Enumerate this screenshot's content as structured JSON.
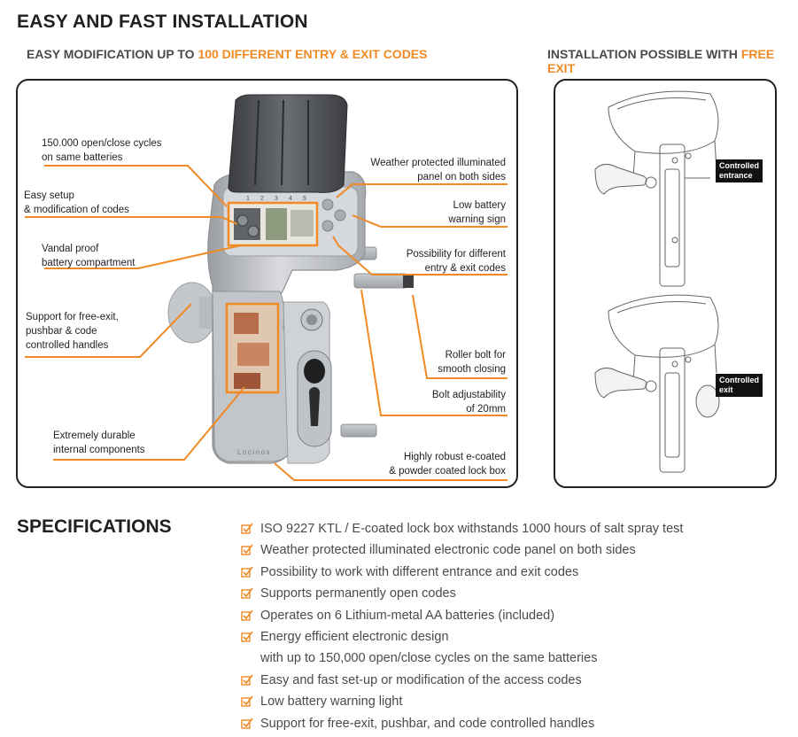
{
  "header": {
    "title": "EASY AND FAST INSTALLATION",
    "left_sub_prefix": "EASY MODIFICATION UP TO ",
    "left_sub_highlight": "100 DIFFERENT ENTRY & EXIT CODES",
    "right_sub_prefix": "INSTALLATION POSSIBLE WITH ",
    "right_sub_highlight": "FREE EXIT"
  },
  "callouts": {
    "cycles": [
      "150.000 open/close cycles",
      "on same batteries"
    ],
    "setup": [
      "Easy setup",
      "& modification of codes"
    ],
    "vandal": [
      "Vandal proof",
      "battery compartment"
    ],
    "support": [
      "Support for free-exit,",
      "pushbar & code",
      "controlled handles"
    ],
    "durable": [
      "Extremely durable",
      "internal components"
    ],
    "weather": [
      "Weather protected illuminated",
      "panel on both sides"
    ],
    "battery": [
      "Low battery",
      "warning sign"
    ],
    "codes": [
      "Possibility for different",
      "entry & exit codes"
    ],
    "roller": [
      "Roller bolt for",
      "smooth closing"
    ],
    "bolt": [
      "Bolt adjustability",
      "of 20mm"
    ],
    "robust": [
      "Highly robust e-coated",
      "& powder coated lock box"
    ]
  },
  "keypad_numbers": [
    "1",
    "2",
    "3",
    "4",
    "5"
  ],
  "brand_text": "Locinox",
  "diagram_tags": {
    "top": [
      "Controlled",
      "entrance"
    ],
    "bottom": [
      "Controlled",
      "exit"
    ]
  },
  "specifications": {
    "title": "SPECIFICATIONS",
    "items": [
      [
        "ISO 9227 KTL / E-coated lock box withstands 1000 hours of salt spray test"
      ],
      [
        "Weather protected illuminated electronic code panel on both sides"
      ],
      [
        "Possibility to work with different entrance and exit codes"
      ],
      [
        "Supports permanently open codes"
      ],
      [
        "Operates on 6 Lithium-metal AA batteries (included)"
      ],
      [
        "Energy efficient electronic design",
        "with up to 150,000 open/close cycles on the same batteries"
      ],
      [
        "Easy and fast set-up or modification of the access codes"
      ],
      [
        "Low battery warning light"
      ],
      [
        "Support for free-exit, pushbar, and code controlled handles"
      ]
    ]
  },
  "colors": {
    "accent": "#f08a24",
    "text": "#231f20",
    "panel_border": "#231f20"
  }
}
